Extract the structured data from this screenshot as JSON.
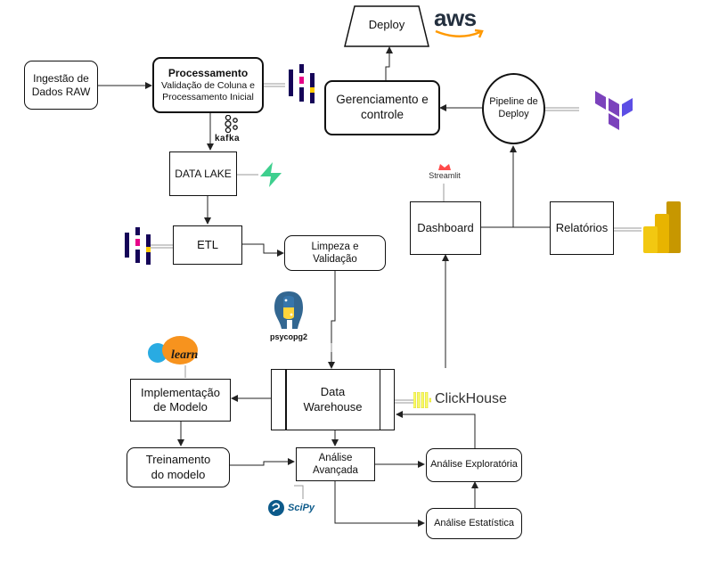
{
  "nodes": {
    "ingestao": "Ingestão de\nDados RAW",
    "processamento_title": "Processamento",
    "processamento_sub": "Validação de Coluna e\nProcessamento Inicial",
    "data_lake": "DATA LAKE",
    "etl": "ETL",
    "limpeza": "Limpeza e\nValidação",
    "data_warehouse": "Data\nWarehouse",
    "implementacao": "Implementação\nde Modelo",
    "treinamento": "Treinamento\ndo modelo",
    "analise_avancada": "Análise\nAvançada",
    "analise_exploratoria": "Análise Exploratória",
    "analise_estatistica": "Análise Estatística",
    "dashboard": "Dashboard",
    "relatorios": "Relatórios",
    "gerenciamento": "Gerenciamento e\ncontrole",
    "pipeline": "Pipeline de\nDeploy",
    "deploy": "Deploy"
  },
  "logos": {
    "aws": "aws",
    "kafka": "kafka",
    "streamlit": "Streamlit",
    "psycopg2": "psycopg2",
    "sklearn": "learn",
    "clickhouse": "ClickHouse",
    "scipy": "SciPy"
  },
  "colors": {
    "line": "#222222",
    "aws_orange": "#ff9900",
    "terraform": "#7b42bc",
    "powerbi_dark": "#e8a400",
    "powerbi_light": "#f2c811",
    "supabase": "#3ecf8e",
    "pandas_navy": "#150458",
    "pandas_pink": "#e70488",
    "sklearn_orange": "#f7931e",
    "sklearn_blue": "#29abe2",
    "clickhouse_yellow": "#faff69",
    "scipy_blue": "#0c5a8a",
    "streamlit_red": "#ff4b4b",
    "python_blue": "#3776ab",
    "python_yellow": "#ffd43b"
  }
}
